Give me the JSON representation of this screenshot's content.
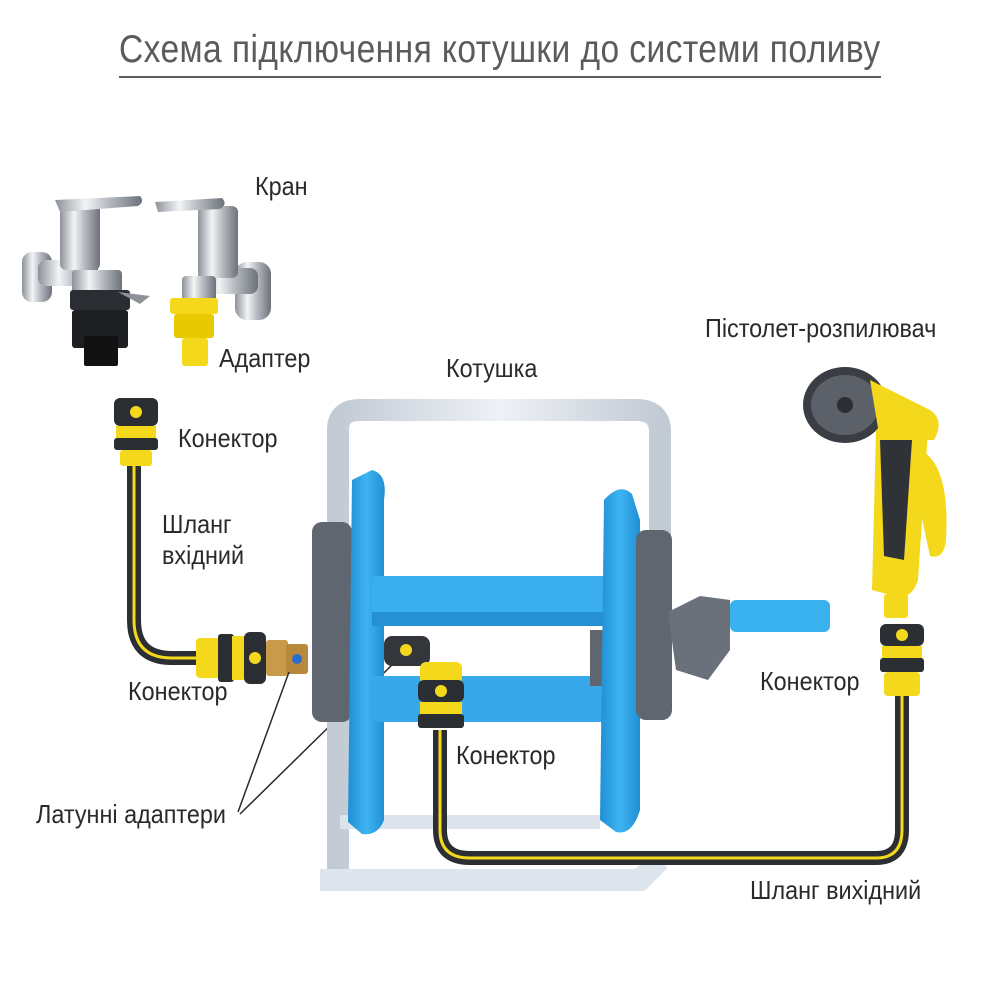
{
  "title": "Схема підключення котушки до системи поливу",
  "labels": {
    "tap": "Кран",
    "adapter": "Адаптер",
    "reel": "Котушка",
    "spray_gun": "Пістолет-розпилювач",
    "connector_top": "Конектор",
    "hose_in_line1": "Шланг",
    "hose_in_line2": "вхідний",
    "connector_left": "Конектор",
    "connector_right": "Конектор",
    "connector_center": "Конектор",
    "brass_adapters": "Латунні адаптери",
    "hose_out": "Шланг вихідний"
  },
  "colors": {
    "reel_blue": "#2fa8ea",
    "frame": "#dde3ea",
    "yellow": "#f4d81c",
    "dark": "#2b2f33",
    "grey": "#5f6670",
    "chrome": "#c9ccd1",
    "brass": "#c89a4a"
  }
}
